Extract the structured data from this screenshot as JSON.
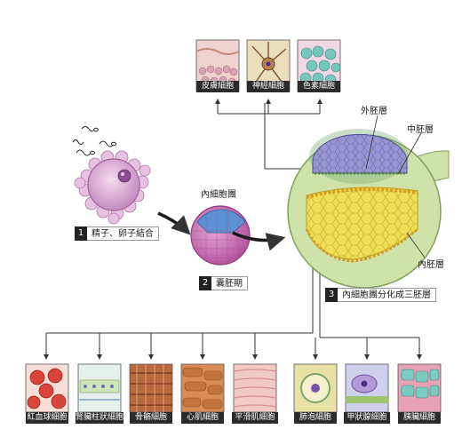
{
  "top_cells": [
    {
      "name": "皮膚細胞",
      "icon": "skin-cells-icon"
    },
    {
      "name": "神經細胞",
      "icon": "neuron-icon"
    },
    {
      "name": "色素細胞",
      "icon": "pigment-cells-icon"
    }
  ],
  "bottom_cells": [
    {
      "name": "紅血球細胞",
      "icon": "red-blood-cells-icon"
    },
    {
      "name": "腎臟柱狀細胞",
      "icon": "kidney-columnar-cells-icon"
    },
    {
      "name": "骨骼細胞",
      "icon": "skeletal-muscle-cells-icon"
    },
    {
      "name": "心肌細胞",
      "icon": "cardiac-muscle-cells-icon"
    },
    {
      "name": "平滑肌細胞",
      "icon": "smooth-muscle-cells-icon"
    },
    {
      "name": "肺泡細胞",
      "icon": "alveolar-cells-icon"
    },
    {
      "name": "甲狀腺細胞",
      "icon": "thyroid-cells-icon"
    },
    {
      "name": "胰臟細胞",
      "icon": "pancreas-cells-icon"
    }
  ],
  "steps": [
    {
      "num": "1",
      "text": "精子、卵子結合"
    },
    {
      "num": "2",
      "text": "囊胚期"
    },
    {
      "num": "3",
      "text": "內細胞團分化成三胚層"
    }
  ],
  "labels": {
    "inner_cell_mass": "內細胞團",
    "ectoderm": "外胚層",
    "mesoderm": "中胚層",
    "endoderm": "內胚層"
  },
  "colors": {
    "ectoderm": "#8a87c9",
    "mesoderm": "#7fae5e",
    "endoderm": "#e9d94f",
    "embryo_body": "#cfe2a9",
    "blastocyst": "#c979b5",
    "egg": "#d7a7d0",
    "caption_bg": "#2b2b2b"
  }
}
